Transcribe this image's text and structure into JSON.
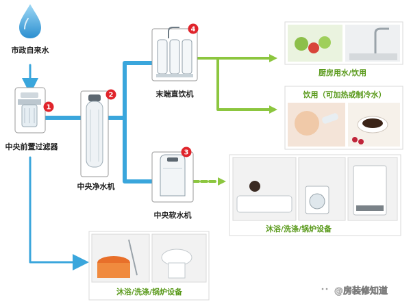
{
  "labels": {
    "source": "市政自来水",
    "prefilter": "中央前置过滤器",
    "purifier": "中央净水机",
    "softener": "中央软水机",
    "drinker": "末端直饮机"
  },
  "badges": {
    "prefilter": "1",
    "purifier": "2",
    "softener": "3",
    "drinker": "4"
  },
  "outputs": {
    "kitchen": "厨房用水/饮用",
    "drinking": "饮用（可加热或制冷水）",
    "bath_soft": "沐浴/洗涤/锅炉设备",
    "bath_raw": "沐浴/洗涤/锅炉设备"
  },
  "watermark": "@房装修知道",
  "colors": {
    "blue_pipe": "#3aa6dc",
    "green_pipe": "#8cc63f",
    "badge_red": "#e0242b",
    "label_green": "#5a9a1c"
  }
}
